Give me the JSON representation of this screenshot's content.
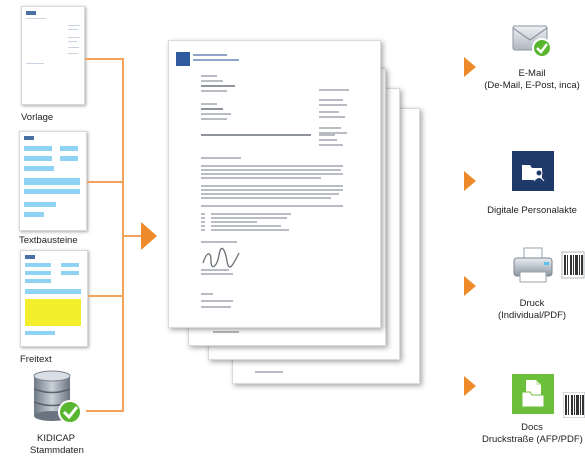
{
  "inputs": {
    "vorlage": "Vorlage",
    "textbausteine": "Textbausteine",
    "freitext": "Freitext",
    "kidicap_line1": "KIDICAP",
    "kidicap_line2": "Stammdaten"
  },
  "outputs": {
    "email_line1": "E-Mail",
    "email_line2": "(De-Mail, E-Post, inca)",
    "personalakte": "Digitale Personalakte",
    "druck_line1": "Druck",
    "druck_line2": "(Individual/PDF)",
    "docs_line1": "Docs",
    "docs_line2": "Druckstraße (AFP/PDF)"
  },
  "colors": {
    "connector": "#f2a25a",
    "arrow": "#ef8a2b",
    "highlight_blue": "#8fd3f4",
    "highlight_yellow": "#f3ee2e",
    "tile_navy": "#1f3a68",
    "tile_green": "#6cbf3a"
  },
  "icons": {
    "email": "envelope-check-icon",
    "personalakte": "folder-person-icon",
    "druck": "printer-icon",
    "docs": "document-folder-icon",
    "kidicap": "database-check-icon"
  }
}
